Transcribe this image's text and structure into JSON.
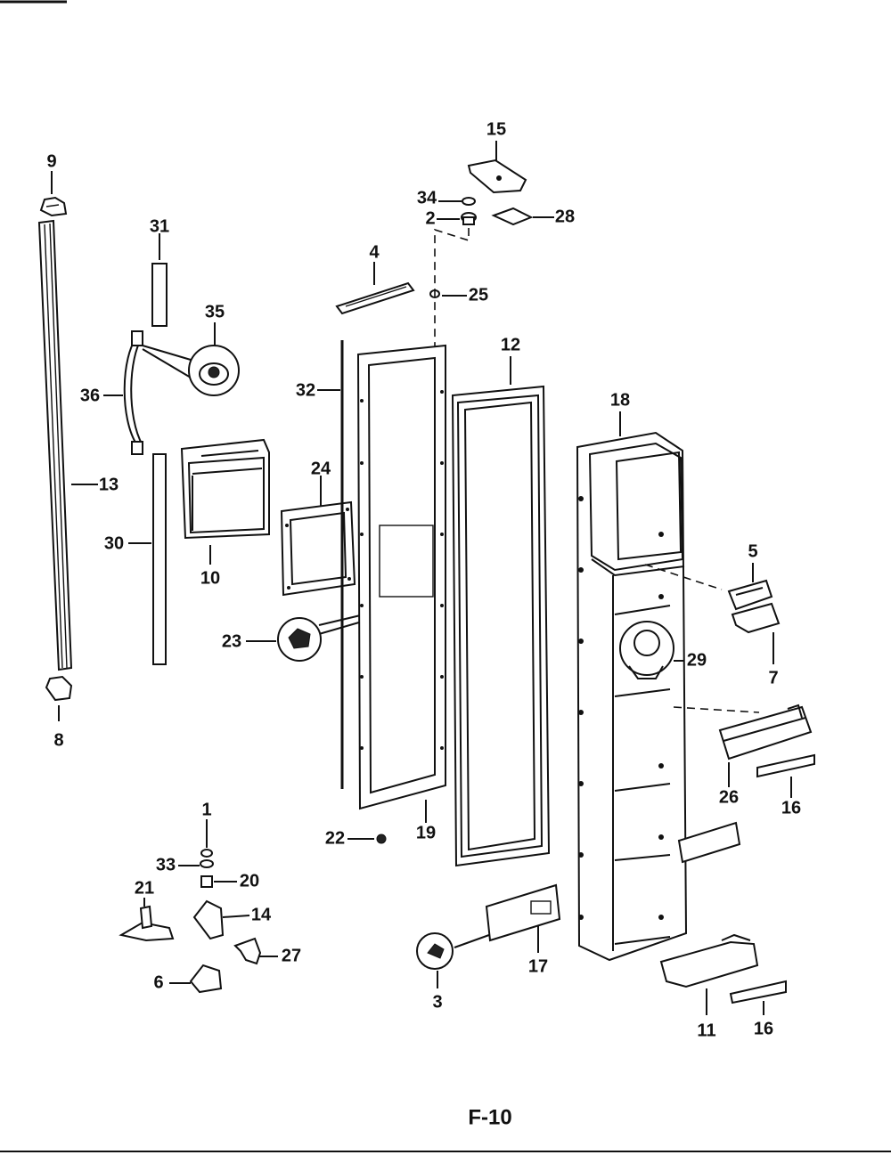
{
  "callouts": [
    {
      "id": "9",
      "text": "9"
    },
    {
      "id": "13",
      "text": "13"
    },
    {
      "id": "8",
      "text": "8"
    },
    {
      "id": "31",
      "text": "31"
    },
    {
      "id": "35",
      "text": "35"
    },
    {
      "id": "36",
      "text": "36"
    },
    {
      "id": "30",
      "text": "30"
    },
    {
      "id": "10",
      "text": "10"
    },
    {
      "id": "24",
      "text": "24"
    },
    {
      "id": "23",
      "text": "23"
    },
    {
      "id": "4",
      "text": "4"
    },
    {
      "id": "32",
      "text": "32"
    },
    {
      "id": "15",
      "text": "15"
    },
    {
      "id": "34",
      "text": "34"
    },
    {
      "id": "2",
      "text": "2"
    },
    {
      "id": "28",
      "text": "28"
    },
    {
      "id": "25",
      "text": "25"
    },
    {
      "id": "12",
      "text": "12"
    },
    {
      "id": "18",
      "text": "18"
    },
    {
      "id": "5",
      "text": "5"
    },
    {
      "id": "7",
      "text": "7"
    },
    {
      "id": "29",
      "text": "29"
    },
    {
      "id": "26",
      "text": "26"
    },
    {
      "id": "16a",
      "text": "16"
    },
    {
      "id": "19",
      "text": "19"
    },
    {
      "id": "22",
      "text": "22"
    },
    {
      "id": "1",
      "text": "1"
    },
    {
      "id": "33",
      "text": "33"
    },
    {
      "id": "20",
      "text": "20"
    },
    {
      "id": "21",
      "text": "21"
    },
    {
      "id": "14",
      "text": "14"
    },
    {
      "id": "27",
      "text": "27"
    },
    {
      "id": "6",
      "text": "6"
    },
    {
      "id": "3",
      "text": "3"
    },
    {
      "id": "17",
      "text": "17"
    },
    {
      "id": "11",
      "text": "11"
    },
    {
      "id": "16b",
      "text": "16"
    }
  ],
  "page_label": "F-10"
}
